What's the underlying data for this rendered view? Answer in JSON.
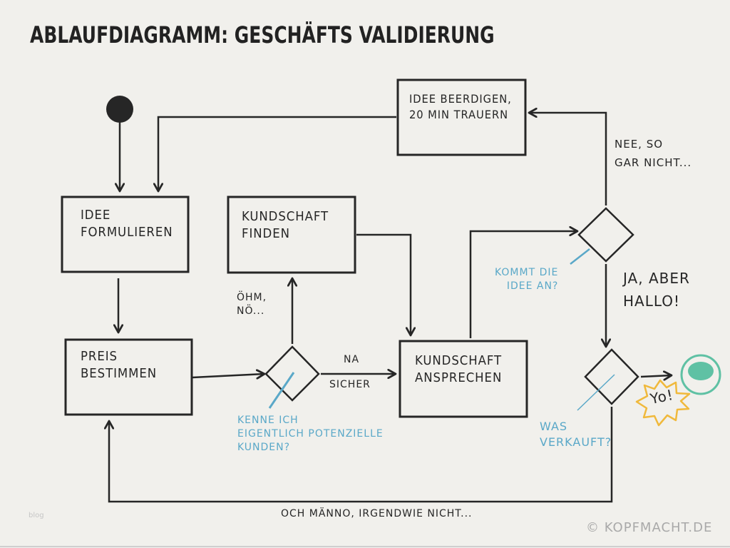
{
  "title": "ABLAUFDIAGRAMM: GESCHÄFTS VALIDIERUNG",
  "nodes": {
    "start": {
      "type": "start",
      "label": ""
    },
    "idee_formulieren": {
      "line1": "IDEE",
      "line2": "FORMULIEREN"
    },
    "preis_bestimmen": {
      "line1": "PREIS",
      "line2": "BESTIMMEN"
    },
    "kundschaft_finden": {
      "line1": "KUNDSCHAFT",
      "line2": "FINDEN"
    },
    "kundschaft_ansprechen": {
      "line1": "KUNDSCHAFT",
      "line2": "ANSPRECHEN"
    },
    "idee_beerdigen": {
      "line1": "IDEE BEERDIGEN,",
      "line2": "20 MIN TRAUERN"
    },
    "end": {
      "type": "end",
      "label": ""
    }
  },
  "decisions": {
    "kenne_kunden": {
      "line1": "KENNE ICH",
      "line2": "EIGENTLICH POTENZIELLE",
      "line3": "KUNDEN?"
    },
    "kommt_idee_an": {
      "line1": "KOMMT DIE",
      "line2": "IDEE AN?"
    },
    "was_verkauft": {
      "line1": "WAS",
      "line2": "VERKAUFT?"
    }
  },
  "edge_labels": {
    "no_customers": {
      "line1": "ÖHM,",
      "line2": "NÖ..."
    },
    "yes_customers": {
      "line1": "NA",
      "line2": "SICHER"
    },
    "idea_rejected": {
      "line1": "NEE, SO",
      "line2": "GAR NICHT..."
    },
    "idea_accepted": {
      "line1": "JA, ABER",
      "line2": "HALLO!"
    },
    "sold": "Yo!",
    "not_sold": "OCH MÄNNO, IRGENDWIE NICHT..."
  },
  "footer": {
    "blog": "blog",
    "copyright": "© KOPFMACHT.DE"
  },
  "colors": {
    "background": "#f1f0ec",
    "ink": "#262626",
    "annotation_blue": "#5aa8c8",
    "end_green": "#5fc1a4",
    "burst_yellow": "#f0b93c",
    "copyright_gray": "#a9a9a9"
  }
}
